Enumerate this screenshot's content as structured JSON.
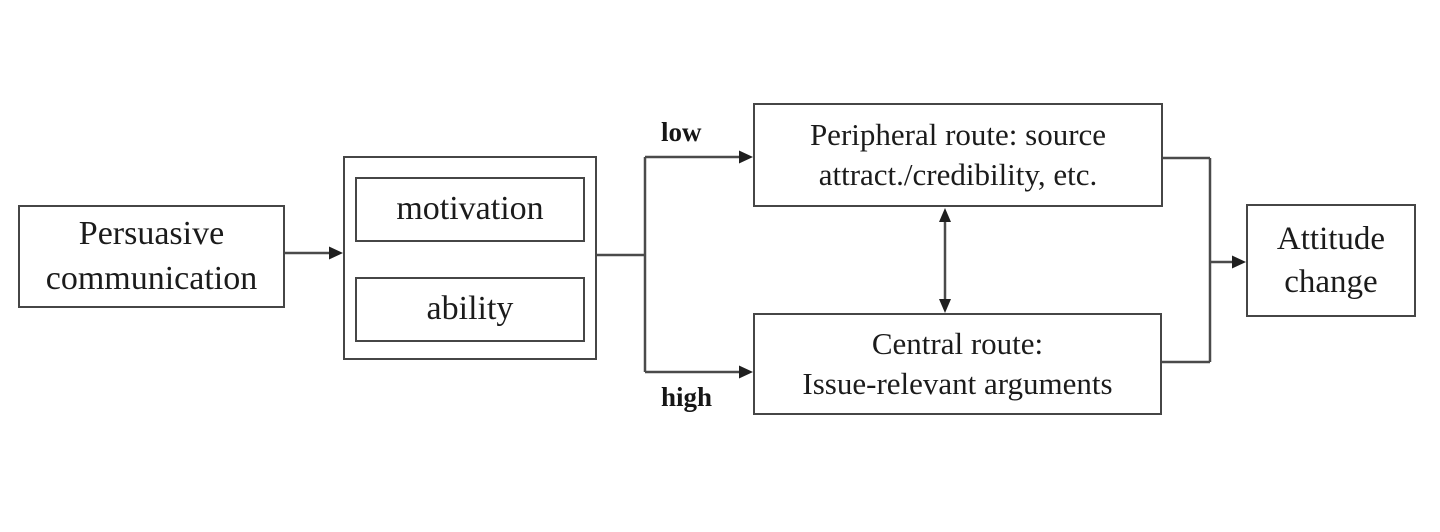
{
  "diagram": {
    "name": "elaboration-likelihood-model-flowchart",
    "nodes": {
      "persuasive": {
        "label": "Persuasive\ncommunication"
      },
      "motivation": {
        "label": "motivation"
      },
      "ability": {
        "label": "ability"
      },
      "peripheral": {
        "label": "Peripheral route: source\nattract./credibility,  etc."
      },
      "central": {
        "label": "Central route:\nIssue-relevant arguments"
      },
      "attitude": {
        "label": "Attitude\nchange"
      }
    },
    "edge_labels": {
      "low": "low",
      "high": "high"
    },
    "colors": {
      "background": "#ffffff",
      "box_border": "#464646",
      "line": "#4a4a4a",
      "arrowhead": "#1f1f1f",
      "text": "#1b1b1b"
    }
  }
}
